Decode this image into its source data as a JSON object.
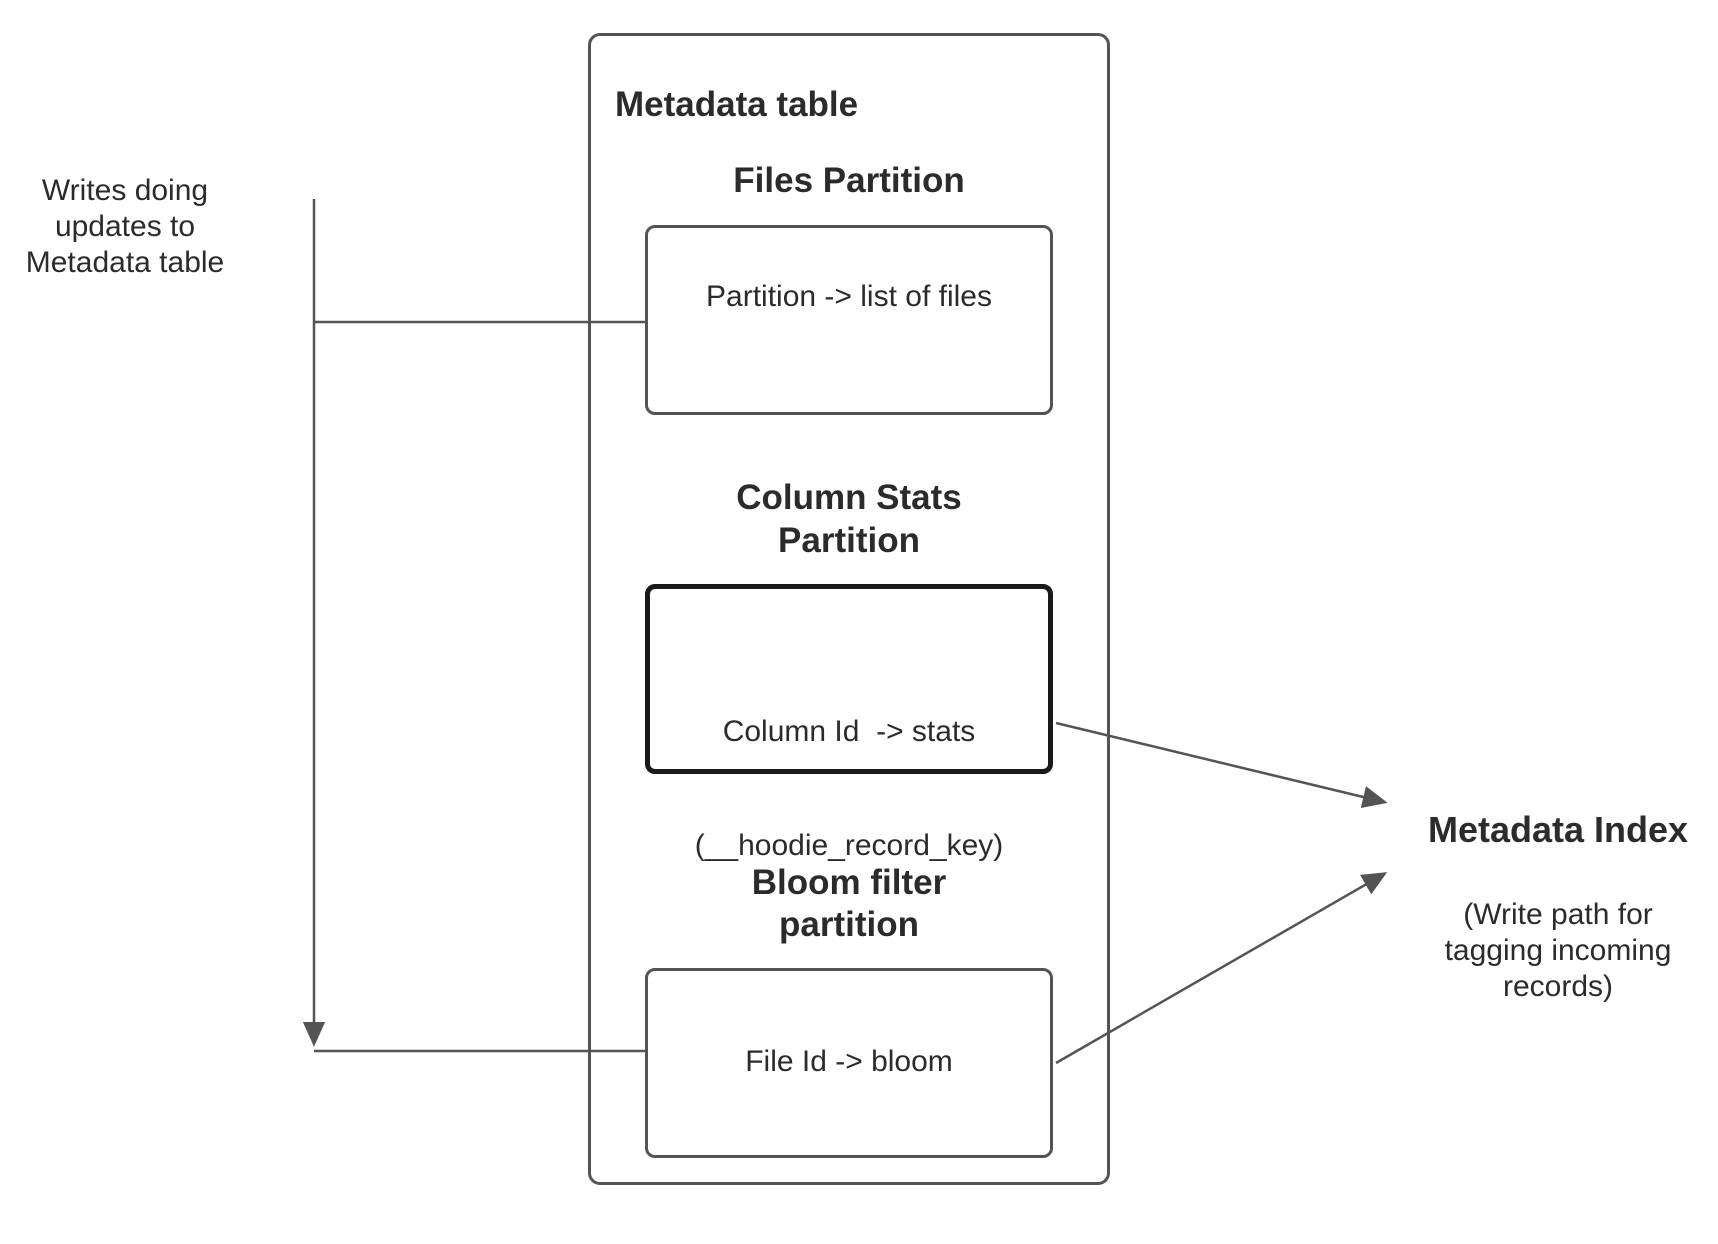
{
  "diagram": {
    "left_note": {
      "lines": [
        "Writes doing",
        "updates to",
        "Metadata table"
      ]
    },
    "metadata_table": {
      "title": "Metadata table",
      "files_partition": {
        "heading": "Files Partition",
        "box_text": "Partition -> list of files"
      },
      "column_stats_partition": {
        "heading_lines": [
          "Column Stats",
          "Partition"
        ],
        "box_lines": [
          "Column Id  -> stats",
          "(__hoodie_record_key)"
        ]
      },
      "bloom_filter_partition": {
        "heading_lines": [
          "Bloom filter",
          "partition"
        ],
        "box_text": "File Id -> bloom"
      }
    },
    "metadata_index": {
      "title": "Metadata Index",
      "subtitle_lines": [
        "(Write path for",
        "tagging incoming",
        "records)"
      ]
    },
    "colors": {
      "stroke": "#545454",
      "emphasis_border": "#1a1a1a",
      "text": "#2b2b2b",
      "background": "#ffffff"
    }
  }
}
